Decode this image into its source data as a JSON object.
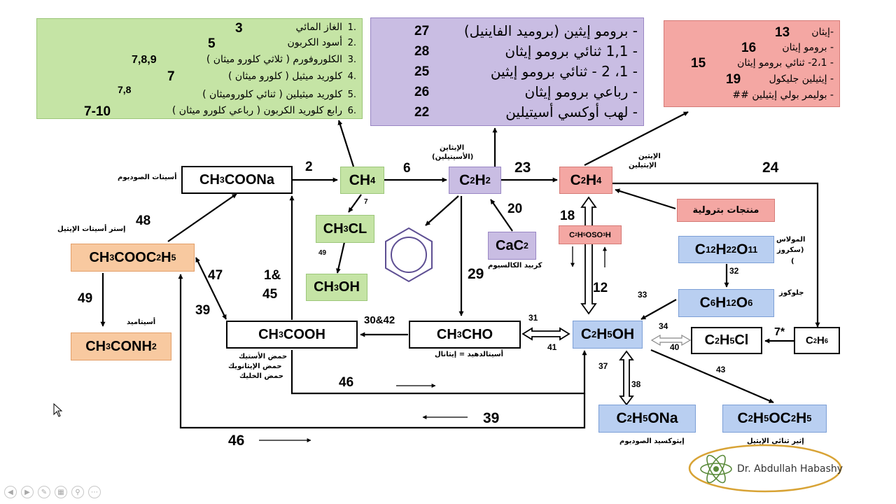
{
  "boxes": {
    "ch3coona": {
      "pre": "CH",
      "s1": "3",
      "post": "COONa"
    },
    "ch4": {
      "pre": "CH",
      "s1": "4"
    },
    "c2h2": {
      "pre": "C",
      "s1": "2",
      "mid": "H",
      "s2": "2"
    },
    "c2h4": {
      "pre": "C",
      "s1": "2",
      "mid": "H",
      "s2": "4"
    },
    "ch3cl": {
      "pre": "CH",
      "s1": "3",
      "post": "CL"
    },
    "ch3oh": {
      "pre": "CH",
      "s1": "3",
      "post": "OH"
    },
    "cac2": {
      "pre": "CaC",
      "s1": "2"
    },
    "petro": {
      "text": "منتجات بترولية"
    },
    "ethylsulfate": {
      "pre": "C",
      "s1": "2",
      "mid": "H",
      "s2": "5",
      "post": "OSO",
      "s3": "3",
      "post2": "H"
    },
    "sucrose": {
      "pre": "C",
      "s1": "12",
      "mid": "H",
      "s2": "22",
      "post": "O",
      "s3": "11"
    },
    "glucose": {
      "pre": "C",
      "s1": "6",
      "mid": "H",
      "s2": "12",
      "post": "O",
      "s3": "6"
    },
    "ethylacetate": {
      "pre": "CH",
      "s1": "3",
      "mid": "COOC",
      "s2": "2",
      "post": "H",
      "s3": "5"
    },
    "acetamide": {
      "pre": "CH",
      "s1": "3",
      "post": "CONH",
      "s2": "2"
    },
    "aceticacid": {
      "pre": "CH",
      "s1": "3",
      "post": "COOH"
    },
    "acetaldehyde": {
      "pre": "CH",
      "s1": "3",
      "post": "CHO"
    },
    "ethanol": {
      "pre": "C",
      "s1": "2",
      "mid": "H",
      "s2": "5",
      "post": "OH"
    },
    "chloroethane": {
      "pre": "C",
      "s1": "2",
      "mid": "H",
      "s2": "5",
      "post": "Cl"
    },
    "ethane": {
      "pre": "C",
      "s1": "2",
      "mid": "H",
      "s2": "6"
    },
    "sodiumethoxide": {
      "pre": "C",
      "s1": "2",
      "mid": "H",
      "s2": "5",
      "post": "ONa"
    },
    "diethylether": {
      "pre": "C",
      "s1": "2",
      "mid": "H",
      "s2": "5",
      "post": "OC",
      "s3": "2",
      "post2": "H",
      "s4": "5"
    }
  },
  "labels": {
    "sodium_acetate": "أسيتات الصوديوم",
    "ethyne": "الإيثاين",
    "acetylene": "(الأسيتيلين)",
    "ethene": "الإيثين",
    "ethylene": "الإيثيلين",
    "calcium_carbide": "كربيد الكالسيوم",
    "ethyl_acetate": "إستر أسيتات الإيثيل",
    "acetamide": "أسيتاميد",
    "acetic_1": "حمض الأستيك",
    "acetic_2": "حمض الإيثانويك",
    "acetic_3": "حمض الخليك",
    "acetaldehyde": "أسيتالدهيد = إيثانال",
    "molasses_1": "المولاس",
    "molasses_2": "(سكروز",
    "molasses_3": ")",
    "glucose": "جلوكوز",
    "sodium_ethoxide": "إيثوكسيد الصوديوم",
    "diethyl_ether": "إثير ثنائي الإيثيل"
  },
  "numbers": {
    "n2": "2",
    "n6": "6",
    "n23": "23",
    "n24": "24",
    "n7": "7",
    "n20": "20",
    "n18": "18",
    "n12": "12",
    "n49a": "49",
    "n29": "29",
    "n48": "48",
    "n47": "47",
    "n39a": "39",
    "n49b": "49",
    "n1_45_a": "1&",
    "n1_45_b": "45",
    "n30_42": "30&42",
    "n31": "31",
    "n41": "41",
    "n33": "33",
    "n32": "32",
    "n34": "34",
    "n40": "40",
    "n7star": "7*",
    "n43": "43",
    "n37": "37",
    "n38": "38",
    "n46a": "46",
    "n39b": "39",
    "n46b": "46"
  },
  "green_list": {
    "items": [
      {
        "num": "1.",
        "text": "الغاز المائي",
        "ref": "3"
      },
      {
        "num": "2.",
        "text": "أسود الكربون",
        "ref": "5"
      },
      {
        "num": "3.",
        "text": "الكلوروفورم ( ثلاثي كلورو ميثان )",
        "ref": "7,8,9"
      },
      {
        "num": "4.",
        "text": "كلوريد ميثيل ( كلورو ميثان )",
        "ref": "7"
      },
      {
        "num": "5.",
        "text": "كلوريد ميثيلين ( ثنائي كلوروميثان )",
        "ref": "7,8"
      },
      {
        "num": "6.",
        "text": "رابع كلوريد الكربون ( رباعي كلورو ميثان )",
        "ref": "7-10"
      }
    ]
  },
  "purple_list": {
    "items": [
      {
        "text": "- برومو إيثين (بروميد الفاينيل)",
        "ref": "27"
      },
      {
        "text": "- 1,1 ثنائي برومو إيثان",
        "ref": "28"
      },
      {
        "text": "- 1، 2 - ثنائي برومو إيثين",
        "ref": "25"
      },
      {
        "text": "- رباعي برومو إيثان",
        "ref": "26"
      },
      {
        "text": "- لهب أوكسي أسيتيلين",
        "ref": "22"
      }
    ]
  },
  "pink_list": {
    "items": [
      {
        "text": "-إيثان",
        "ref": "13"
      },
      {
        "text": "- برومو إيثان",
        "ref": "16"
      },
      {
        "text": "- 2،1- ثنائي برومو إيثان",
        "ref": "15"
      },
      {
        "text": "- إيثيلين جليكول",
        "ref": "19"
      },
      {
        "text": "- بوليمر بولي إيثيلين ##",
        "ref": ""
      }
    ]
  },
  "logo": {
    "text": "Dr. Abdullah Habashy"
  },
  "toolbar": {
    "icons": [
      "prev-icon",
      "next-icon",
      "pen-icon",
      "slides-icon",
      "zoom-icon",
      "more-icon"
    ]
  },
  "colors": {
    "green": "#c5e4a5",
    "purple": "#c9bde3",
    "pink": "#f4a7a3",
    "blue": "#b9cff1",
    "orange": "#f8c9a0",
    "benzene": "#5e4f93",
    "logo": "#d8a335"
  }
}
